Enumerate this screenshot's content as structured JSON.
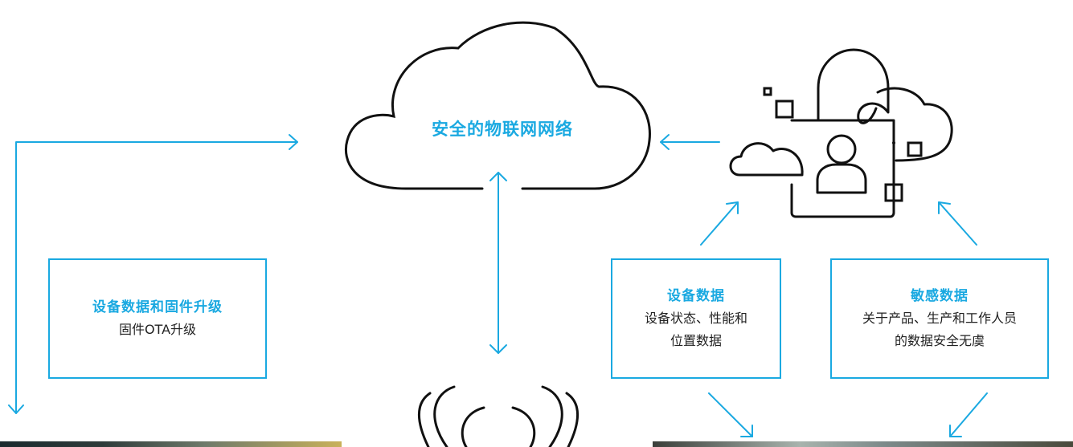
{
  "colors": {
    "accent": "#1AA9E1",
    "stroke": "#111111",
    "text": "#222222"
  },
  "cloud": {
    "label": "安全的物联网网络"
  },
  "box_firmware": {
    "title": "设备数据和固件升级",
    "line1": "固件OTA升级"
  },
  "box_device": {
    "title": "设备数据",
    "line1": "设备状态、性能和",
    "line2": "位置数据"
  },
  "box_sensitive": {
    "title": "敏感数据",
    "line1": "关于产品、生产和工作人员",
    "line2": "的数据安全无虞"
  },
  "icons": [
    "cloud-icon",
    "lock-icon",
    "user-icon",
    "small-cloud-icon",
    "wireless-signal-icon"
  ]
}
